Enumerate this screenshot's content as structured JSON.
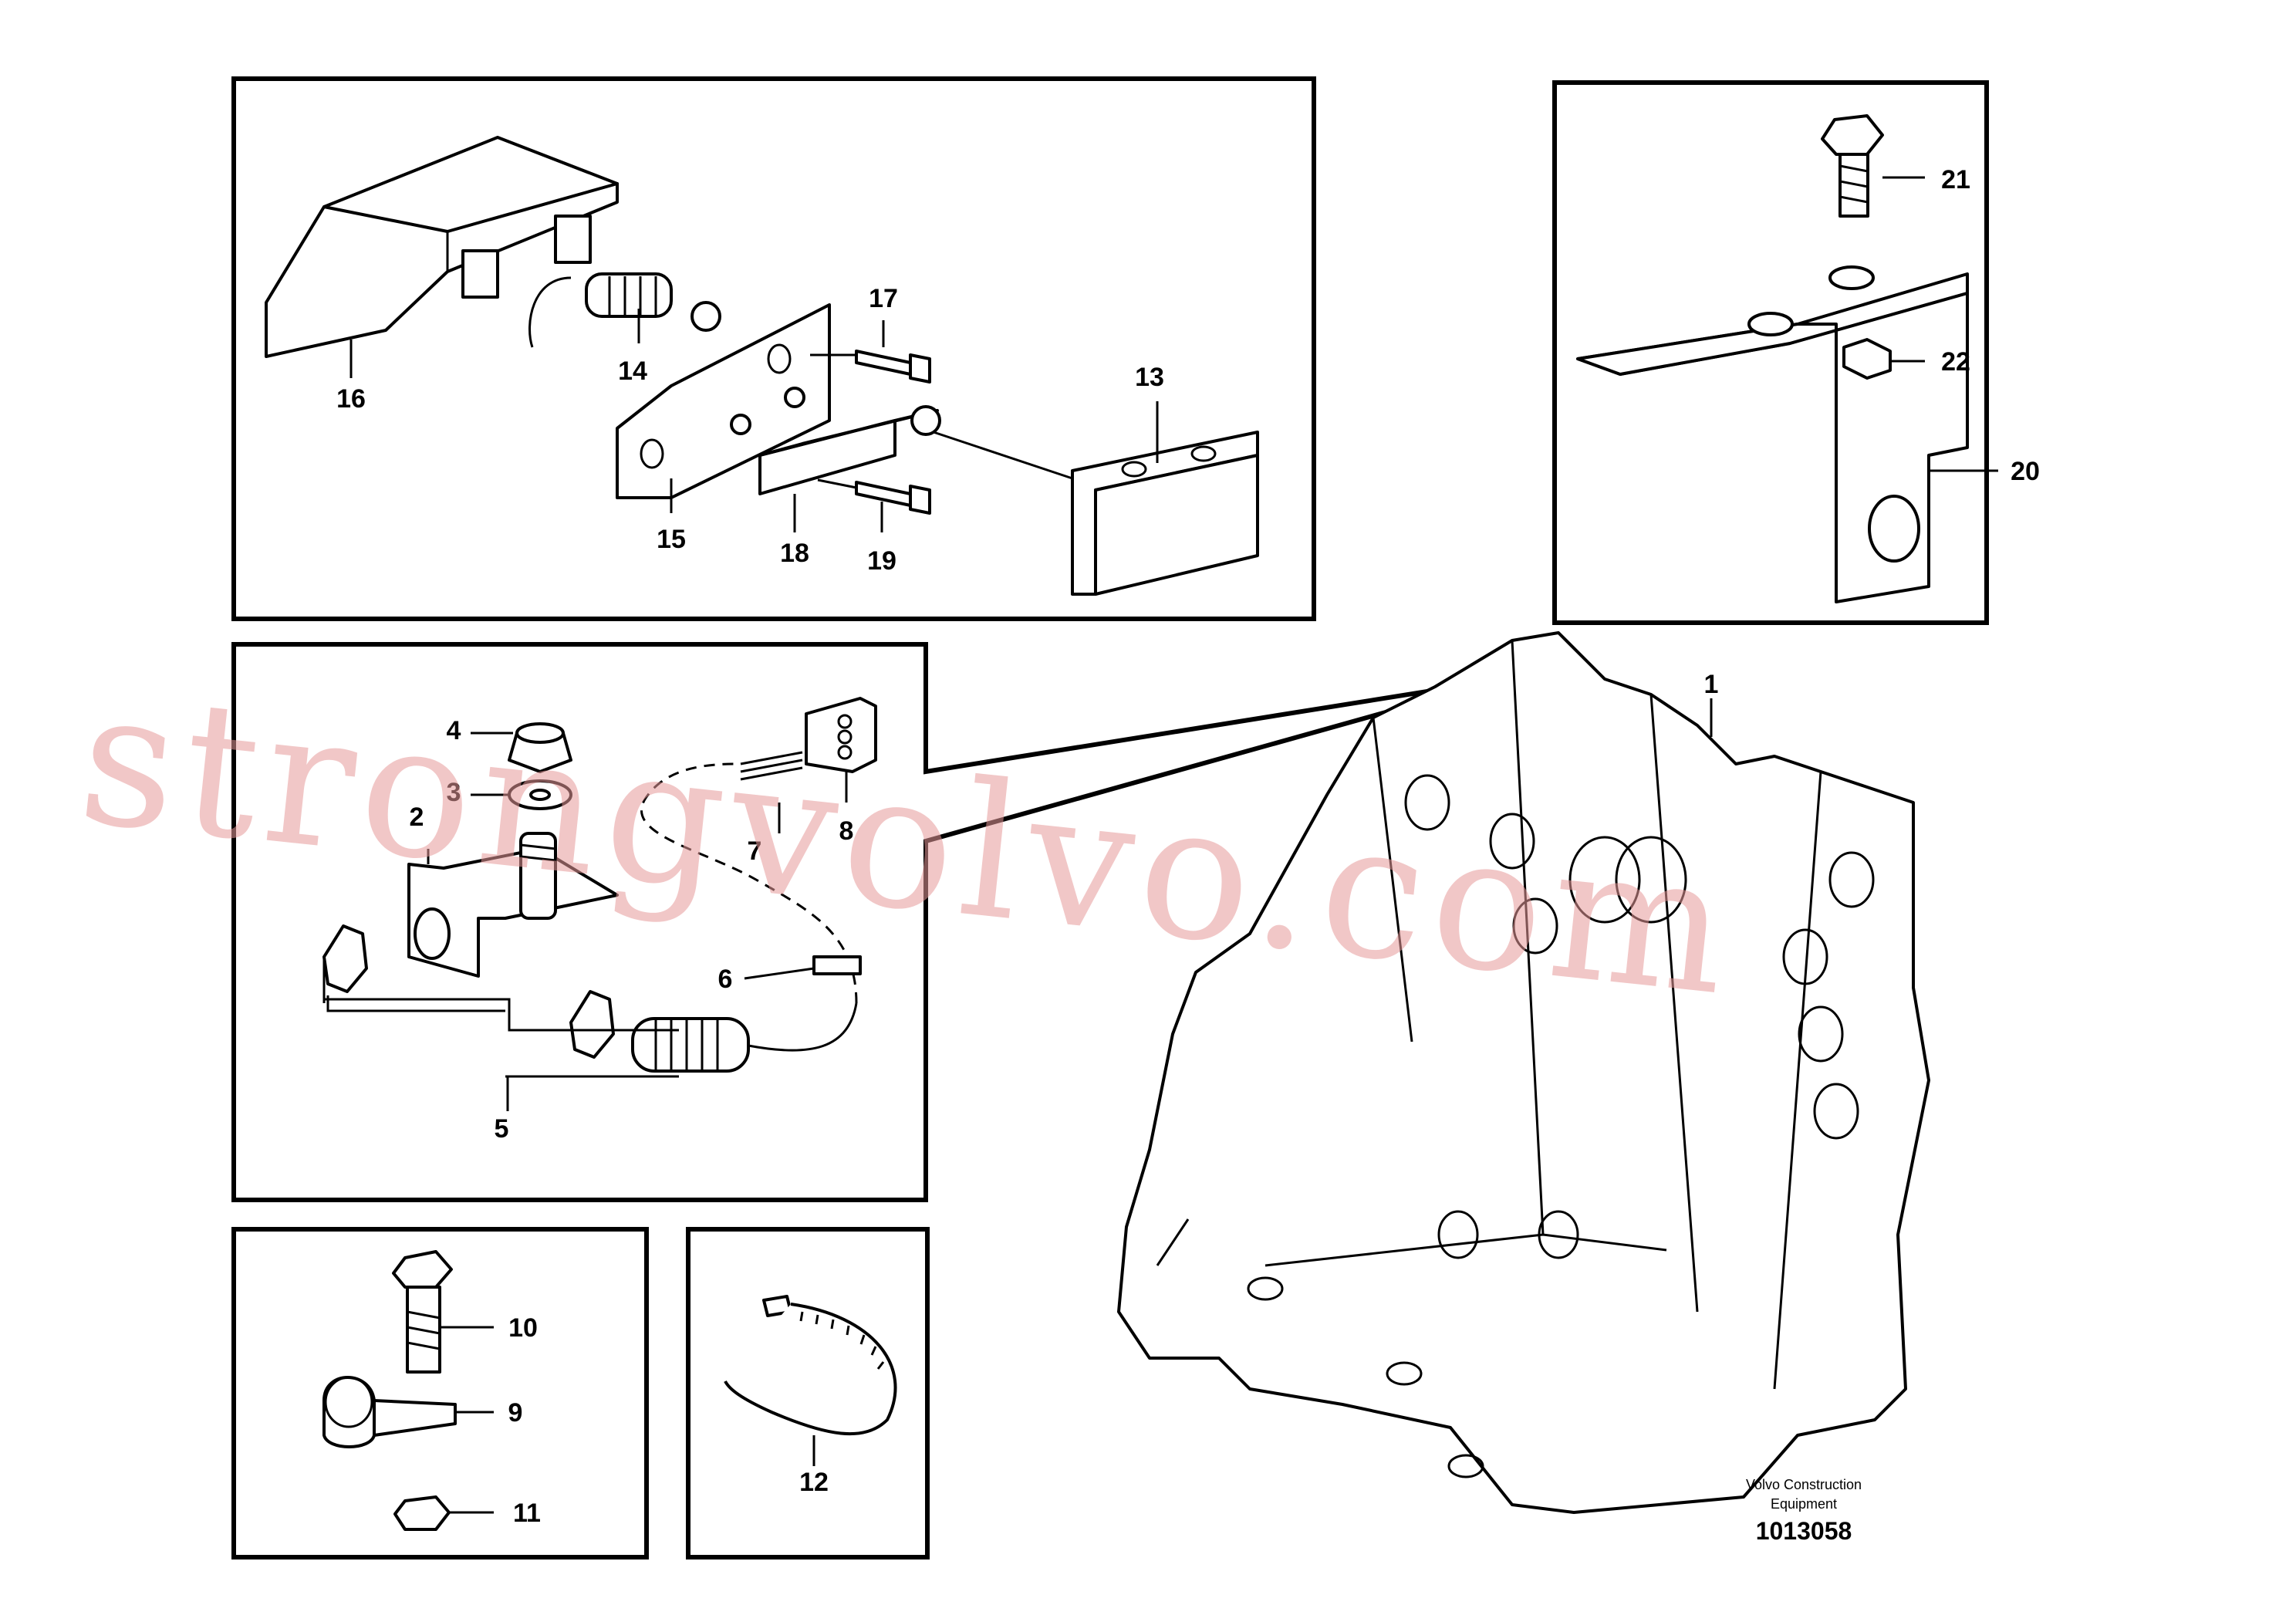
{
  "diagram": {
    "callouts": [
      "1",
      "2",
      "3",
      "4",
      "5",
      "6",
      "7",
      "8",
      "9",
      "10",
      "11",
      "12",
      "13",
      "14",
      "15",
      "16",
      "17",
      "18",
      "19",
      "20",
      "21",
      "22"
    ],
    "credit_line1": "Volvo Construction",
    "credit_line2": "Equipment",
    "document_number": "1013058",
    "watermark": "strongvolvo.com"
  }
}
